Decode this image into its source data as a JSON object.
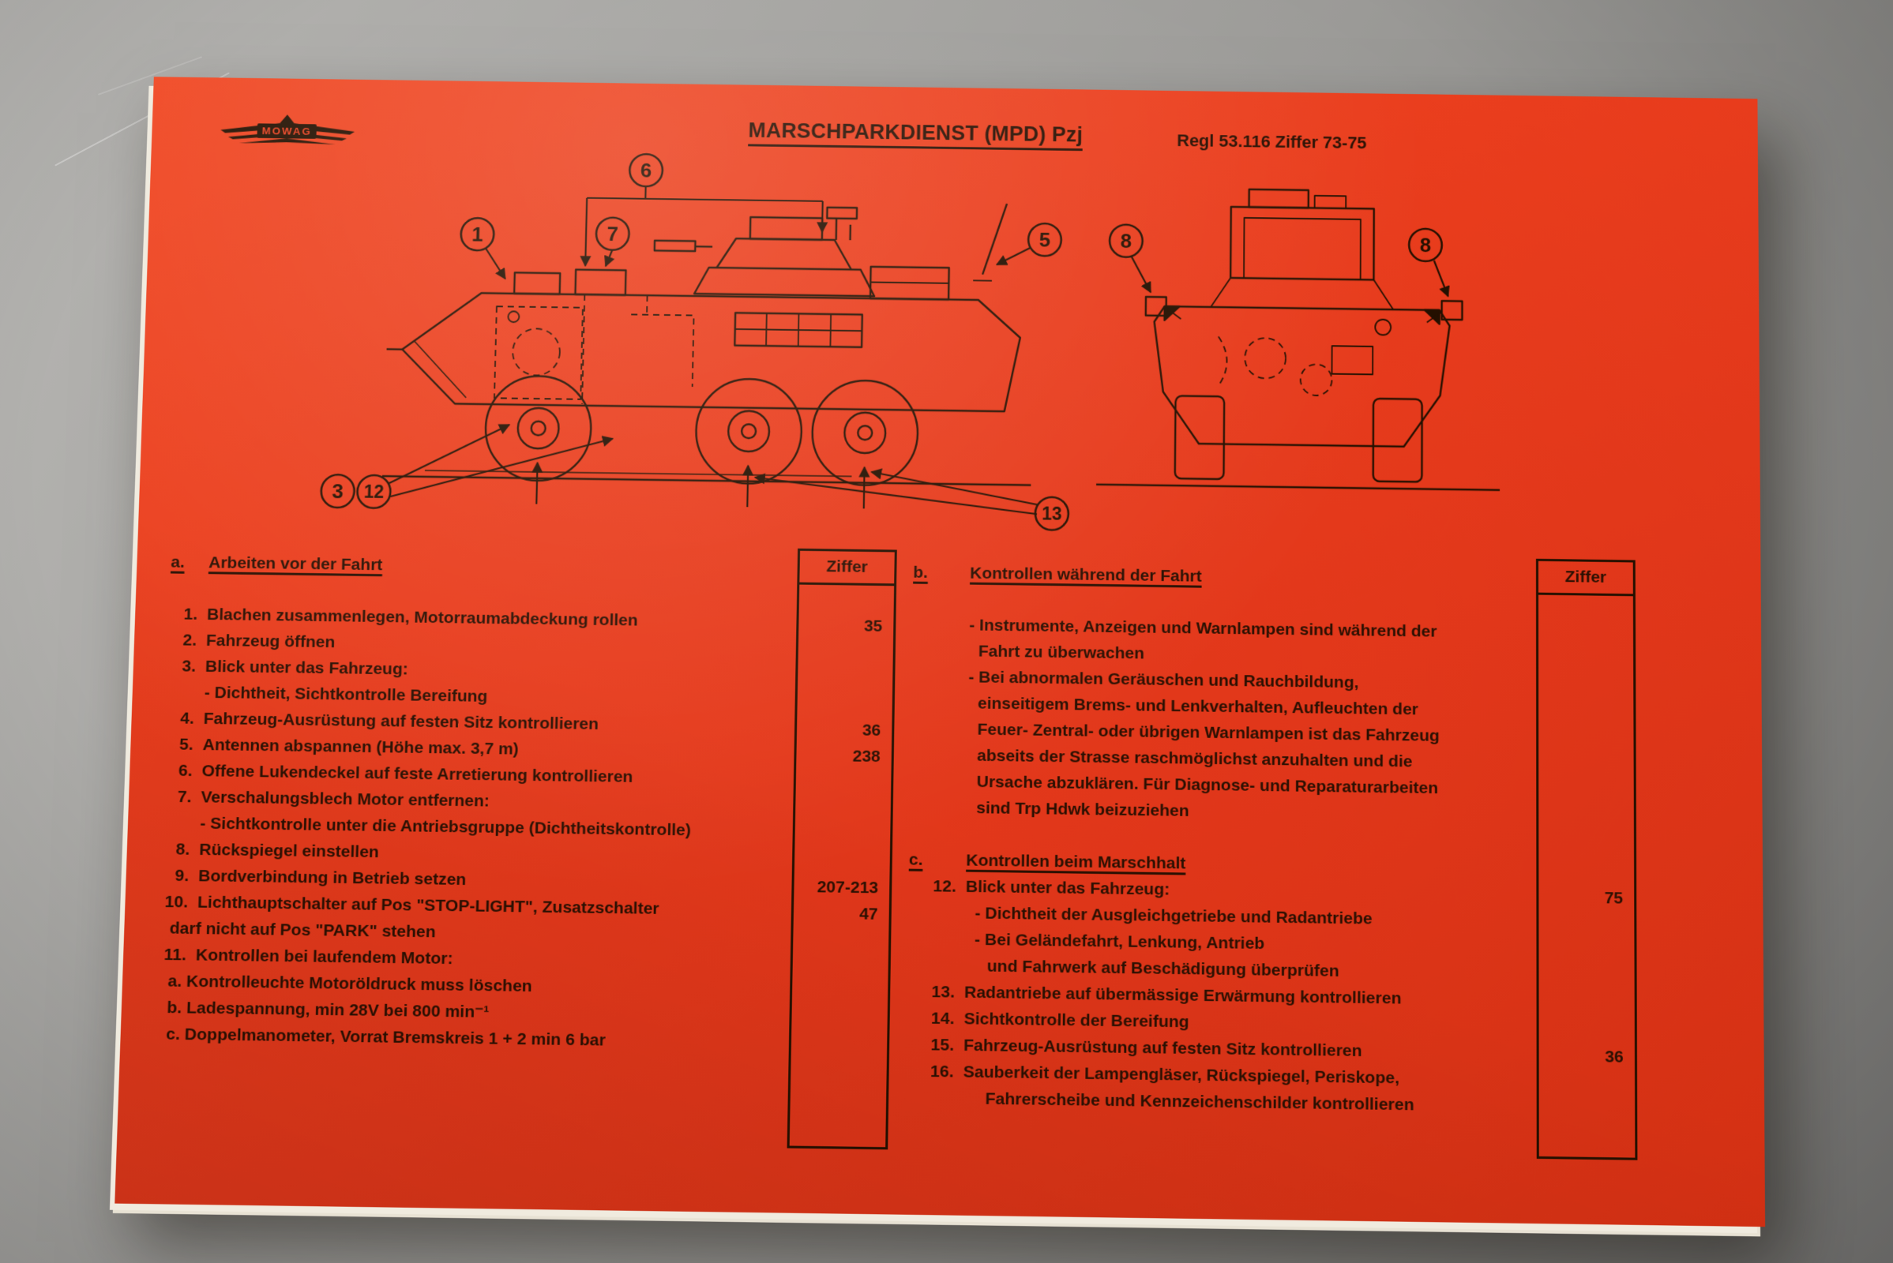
{
  "card": {
    "logo_text": "MOWAG",
    "title": "MARSCHPARKDIENST (MPD) Pzj",
    "regulation": "Regl 53.116 Ziffer 73-75",
    "ziffer_header": "Ziffer",
    "callouts": {
      "c1": "1",
      "c3": "3",
      "c5": "5",
      "c6": "6",
      "c7": "7",
      "c8a": "8",
      "c8b": "8",
      "c12": "12",
      "c13": "13"
    },
    "section_a": {
      "lines": [
        {
          "h": true,
          "n": "a.",
          "t": "Arbeiten vor der Fahrt"
        },
        {},
        {
          "n": "1.",
          "t": "Blachen zusammenlegen, Motorraumabdeckung rollen",
          "z": "35"
        },
        {
          "n": "2.",
          "t": "Fahrzeug öffnen"
        },
        {
          "n": "3.",
          "t": "Blick unter das Fahrzeug:"
        },
        {
          "t": "- Dichtheit, Sichtkontrolle Bereifung"
        },
        {
          "n": "4.",
          "t": "Fahrzeug-Ausrüstung auf festen Sitz kontrollieren",
          "z": "36"
        },
        {
          "n": "5.",
          "t": "Antennen abspannen (Höhe max. 3,7 m)",
          "z": "238"
        },
        {
          "n": "6.",
          "t": "Offene Lukendeckel auf feste Arretierung kontrollieren"
        },
        {
          "n": "7.",
          "t": "Verschalungsblech Motor entfernen:"
        },
        {
          "t": "- Sichtkontrolle unter die Antriebsgruppe (Dichtheitskontrolle)"
        },
        {
          "n": "8.",
          "t": "Rückspiegel einstellen"
        },
        {
          "n": "9.",
          "t": "Bordverbindung in Betrieb setzen",
          "z": "207-213"
        },
        {
          "n": "10.",
          "t": "Lichthauptschalter auf Pos \"STOP-LIGHT\", Zusatzschalter",
          "z": "47"
        },
        {
          "t": "darf nicht auf Pos \"PARK\" stehen",
          "i": 1
        },
        {
          "n": "11.",
          "t": "Kontrollen bei laufendem Motor:"
        },
        {
          "t": "a. Kontrolleuchte Motoröldruck muss löschen",
          "i": 1
        },
        {
          "t": "b. Ladespannung, min 28V bei 800 min⁻¹",
          "i": 1
        },
        {
          "t": "c. Doppelmanometer, Vorrat Bremskreis 1 + 2 min 6 bar",
          "i": 1
        }
      ]
    },
    "section_bc": {
      "lines": [
        {
          "h": true,
          "n": "b.",
          "t": "Kontrollen während der Fahrt"
        },
        {},
        {
          "t": "- Instrumente, Anzeigen und Warnlampen sind während der"
        },
        {
          "t": "Fahrt zu überwachen",
          "i": 2
        },
        {
          "t": "- Bei abnormalen Geräuschen und Rauchbildung,"
        },
        {
          "t": "einseitigem Brems- und Lenkverhalten, Aufleuchten der",
          "i": 2
        },
        {
          "t": "Feuer- Zentral- oder übrigen Warnlampen ist das Fahrzeug",
          "i": 2
        },
        {
          "t": "abseits der Strasse raschmöglichst anzuhalten und die",
          "i": 2
        },
        {
          "t": "Ursache abzuklären. Für Diagnose- und Reparaturarbeiten",
          "i": 2
        },
        {
          "t": "sind Trp Hdwk beizuziehen",
          "i": 2
        },
        {},
        {
          "h": true,
          "n": "c.",
          "t": "Kontrollen beim Marschhalt"
        },
        {
          "n": "12.",
          "t": "Blick unter das Fahrzeug:",
          "z": "75"
        },
        {
          "t": "- Dichtheit der Ausgleichgetriebe und Radantriebe",
          "i": 2
        },
        {
          "t": "- Bei Geländefahrt, Lenkung, Antrieb",
          "i": 2
        },
        {
          "t": "und Fahrwerk auf Beschädigung überprüfen",
          "i": 3
        },
        {
          "n": "13.",
          "t": "Radantriebe auf übermässige Erwärmung kontrollieren"
        },
        {
          "n": "14.",
          "t": "Sichtkontrolle der Bereifung"
        },
        {
          "n": "15.",
          "t": "Fahrzeug-Ausrüstung auf festen Sitz kontrollieren",
          "z": "36"
        },
        {
          "n": "16.",
          "t": "Sauberkeit der Lampengläser, Rückspiegel, Periskope,"
        },
        {
          "t": "Fahrerscheibe und Kennzeichenschilder kontrollieren",
          "i": 3
        }
      ]
    }
  }
}
